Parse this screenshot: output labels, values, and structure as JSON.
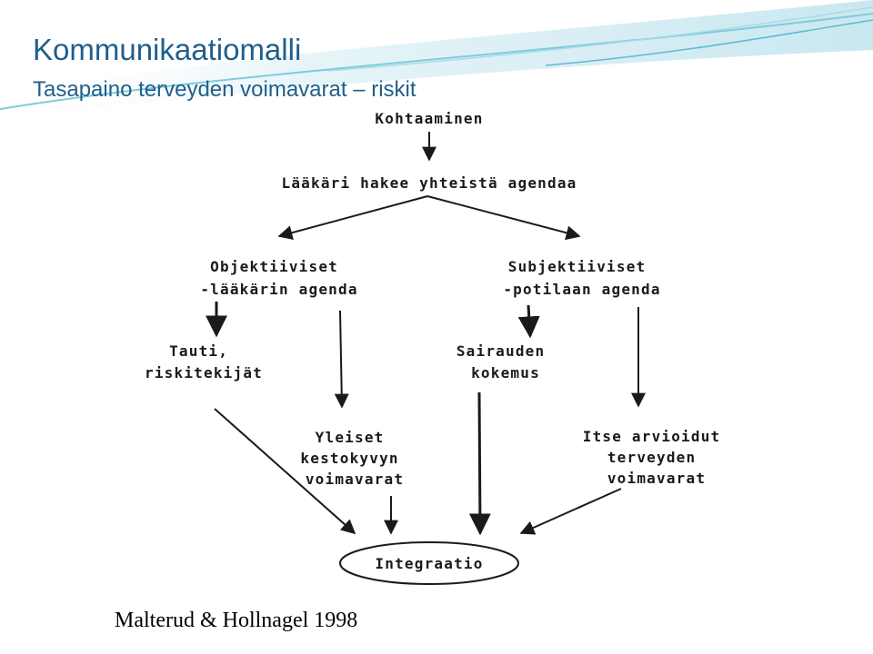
{
  "slide": {
    "title": "Kommunikaatiomalli",
    "subtitle": "Tasapaino terveyden voimavarat – riskit",
    "credit": "Malterud & Hollnagel 1998"
  },
  "colors": {
    "title": "#1f5f8b",
    "wave_light": "#d9eef5",
    "wave_accent": "#6cc3d6",
    "diagram_ink": "#1a1a1a"
  },
  "diagram": {
    "nodes": {
      "kohtaaminen": {
        "lines": [
          "Kohtaaminen"
        ]
      },
      "agenda": {
        "lines": [
          "Lääkäri hakee yhteistä agendaa"
        ]
      },
      "objektiiviset": {
        "lines": [
          "Objektiiviset",
          "-lääkärin agenda"
        ]
      },
      "subjektiiviset": {
        "lines": [
          "Subjektiiviset",
          "-potilaan agenda"
        ]
      },
      "tauti": {
        "lines": [
          "Tauti,",
          "riskitekijät"
        ]
      },
      "sairauden": {
        "lines": [
          "Sairauden",
          "kokemus"
        ]
      },
      "yleiset": {
        "lines": [
          "Yleiset",
          "kestokyvyn",
          "voimavarat"
        ]
      },
      "itse": {
        "lines": [
          "Itse arvioidut",
          "terveyden",
          "voimavarat"
        ]
      },
      "integraatio": {
        "lines": [
          "Integraatio"
        ]
      }
    }
  }
}
